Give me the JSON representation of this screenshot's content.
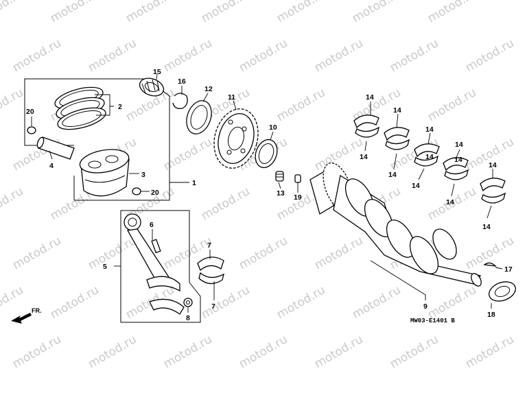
{
  "watermark": {
    "text": "motod.ru"
  },
  "diagram": {
    "code": "MW03-E1401 B",
    "direction": "FR.",
    "callouts": {
      "c1": "1",
      "c2": "2",
      "c3": "3",
      "c4": "4",
      "c5": "5",
      "c6": "6",
      "c7a": "7",
      "c7b": "7",
      "c8": "8",
      "c9": "9",
      "c10": "10",
      "c11": "11",
      "c12": "12",
      "c13": "13",
      "c14a": "14",
      "c14b": "14",
      "c14c": "14",
      "c14d": "14",
      "c14e": "14",
      "c14f": "14",
      "c14g": "14",
      "c14h": "14",
      "c14i": "14",
      "c14j": "14",
      "c14k": "14",
      "c14l": "14",
      "c15": "15",
      "c16": "16",
      "c17": "17",
      "c18": "18",
      "c19": "19",
      "c20a": "20",
      "c20b": "20"
    }
  }
}
